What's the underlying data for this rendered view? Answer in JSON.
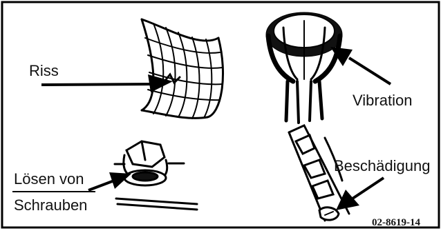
{
  "labels": {
    "crack": "Riss",
    "vibration": "Vibration",
    "loosening_line1": "Lösen von",
    "loosening_line2": "Schrauben",
    "damage": "Beschädigung"
  },
  "figure_code": "02-8619-14"
}
